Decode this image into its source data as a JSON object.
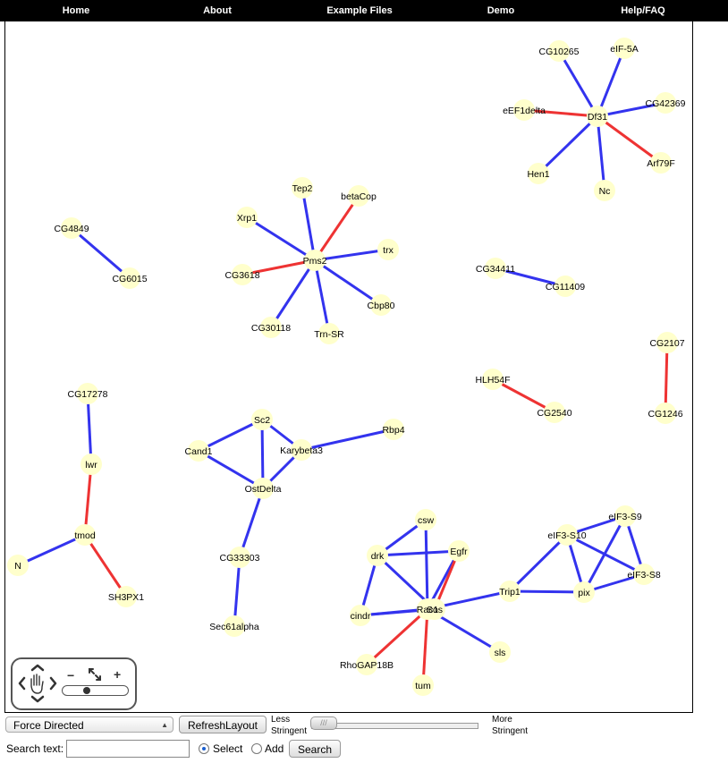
{
  "nav": {
    "items": [
      {
        "label": "Home"
      },
      {
        "label": "About"
      },
      {
        "label": "Example Files"
      },
      {
        "label": "Demo"
      },
      {
        "label": "Help/FAQ"
      }
    ]
  },
  "colors": {
    "edge_blue": "#3333ee",
    "edge_red": "#ee3333",
    "node_fill": "#ffffcc"
  },
  "graph": {
    "nodes": [
      {
        "id": "CG10265"
      },
      {
        "id": "eIF-5A"
      },
      {
        "id": "eEF1delta"
      },
      {
        "id": "Df31"
      },
      {
        "id": "CG42369"
      },
      {
        "id": "Arf79F"
      },
      {
        "id": "Hen1"
      },
      {
        "id": "Nc"
      },
      {
        "id": "Tep2"
      },
      {
        "id": "betaCop"
      },
      {
        "id": "Xrp1"
      },
      {
        "id": "Pms2"
      },
      {
        "id": "trx"
      },
      {
        "id": "CG3618"
      },
      {
        "id": "Cbp80"
      },
      {
        "id": "CG30118"
      },
      {
        "id": "Trn-SR"
      },
      {
        "id": "CG4849"
      },
      {
        "id": "CG6015"
      },
      {
        "id": "CG34411"
      },
      {
        "id": "CG11409"
      },
      {
        "id": "CG2107"
      },
      {
        "id": "CG1246"
      },
      {
        "id": "HLH54F"
      },
      {
        "id": "CG2540"
      },
      {
        "id": "CG17278"
      },
      {
        "id": "lwr"
      },
      {
        "id": "tmod"
      },
      {
        "id": "N"
      },
      {
        "id": "SH3PX1"
      },
      {
        "id": "Sc2"
      },
      {
        "id": "Cand1"
      },
      {
        "id": "Karybeta3"
      },
      {
        "id": "Rbp4"
      },
      {
        "id": "OstDelta"
      },
      {
        "id": "CG33303"
      },
      {
        "id": "Sec61alpha"
      },
      {
        "id": "csw"
      },
      {
        "id": "drk"
      },
      {
        "id": "Egfr"
      },
      {
        "id": "Rac1",
        "label": "Rac1"
      },
      {
        "id": "Sos",
        "label": "Sos"
      },
      {
        "id": "cindr"
      },
      {
        "id": "RhoGAP18B"
      },
      {
        "id": "tum"
      },
      {
        "id": "sls"
      },
      {
        "id": "Trip1"
      },
      {
        "id": "pix"
      },
      {
        "id": "eIF3-S10"
      },
      {
        "id": "eIF3-S9"
      },
      {
        "id": "eIF3-S8"
      }
    ],
    "edges": [
      {
        "source": "Df31",
        "target": "CG10265",
        "type": "blue"
      },
      {
        "source": "Df31",
        "target": "eIF-5A",
        "type": "blue"
      },
      {
        "source": "Df31",
        "target": "eEF1delta",
        "type": "red"
      },
      {
        "source": "Df31",
        "target": "CG42369",
        "type": "blue"
      },
      {
        "source": "Df31",
        "target": "Arf79F",
        "type": "red"
      },
      {
        "source": "Df31",
        "target": "Hen1",
        "type": "blue"
      },
      {
        "source": "Df31",
        "target": "Nc",
        "type": "blue"
      },
      {
        "source": "Pms2",
        "target": "Tep2",
        "type": "blue"
      },
      {
        "source": "Pms2",
        "target": "betaCop",
        "type": "red"
      },
      {
        "source": "Pms2",
        "target": "Xrp1",
        "type": "blue"
      },
      {
        "source": "Pms2",
        "target": "trx",
        "type": "blue"
      },
      {
        "source": "Pms2",
        "target": "CG3618",
        "type": "red"
      },
      {
        "source": "Pms2",
        "target": "Cbp80",
        "type": "blue"
      },
      {
        "source": "Pms2",
        "target": "CG30118",
        "type": "blue"
      },
      {
        "source": "Pms2",
        "target": "Trn-SR",
        "type": "blue"
      },
      {
        "source": "CG4849",
        "target": "CG6015",
        "type": "blue"
      },
      {
        "source": "CG34411",
        "target": "CG11409",
        "type": "blue"
      },
      {
        "source": "CG2107",
        "target": "CG1246",
        "type": "red"
      },
      {
        "source": "HLH54F",
        "target": "CG2540",
        "type": "red"
      },
      {
        "source": "CG17278",
        "target": "lwr",
        "type": "blue"
      },
      {
        "source": "lwr",
        "target": "tmod",
        "type": "red"
      },
      {
        "source": "tmod",
        "target": "N",
        "type": "blue"
      },
      {
        "source": "tmod",
        "target": "SH3PX1",
        "type": "red"
      },
      {
        "source": "Sc2",
        "target": "Cand1",
        "type": "blue"
      },
      {
        "source": "Sc2",
        "target": "Karybeta3",
        "type": "blue"
      },
      {
        "source": "Sc2",
        "target": "OstDelta",
        "type": "blue"
      },
      {
        "source": "Cand1",
        "target": "OstDelta",
        "type": "blue"
      },
      {
        "source": "Karybeta3",
        "target": "OstDelta",
        "type": "blue"
      },
      {
        "source": "Karybeta3",
        "target": "Rbp4",
        "type": "blue"
      },
      {
        "source": "OstDelta",
        "target": "CG33303",
        "type": "blue"
      },
      {
        "source": "CG33303",
        "target": "Sec61alpha",
        "type": "blue"
      },
      {
        "source": "csw",
        "target": "drk",
        "type": "blue"
      },
      {
        "source": "csw",
        "target": "Rac1",
        "type": "blue"
      },
      {
        "source": "drk",
        "target": "Egfr",
        "type": "blue"
      },
      {
        "source": "drk",
        "target": "cindr",
        "type": "blue"
      },
      {
        "source": "drk",
        "target": "Sos",
        "type": "blue"
      },
      {
        "source": "Egfr",
        "target": "Rac1",
        "type": "blue"
      },
      {
        "source": "Egfr",
        "target": "Sos",
        "type": "red"
      },
      {
        "source": "cindr",
        "target": "Rac1",
        "type": "blue"
      },
      {
        "source": "cindr",
        "target": "Sos",
        "type": "blue"
      },
      {
        "source": "Rac1",
        "target": "RhoGAP18B",
        "type": "red"
      },
      {
        "source": "Rac1",
        "target": "tum",
        "type": "red"
      },
      {
        "source": "Rac1",
        "target": "sls",
        "type": "blue"
      },
      {
        "source": "Rac1",
        "target": "Trip1",
        "type": "blue"
      },
      {
        "source": "Trip1",
        "target": "pix",
        "type": "blue"
      },
      {
        "source": "Trip1",
        "target": "eIF3-S10",
        "type": "blue"
      },
      {
        "source": "pix",
        "target": "eIF3-S10",
        "type": "blue"
      },
      {
        "source": "pix",
        "target": "eIF3-S9",
        "type": "blue"
      },
      {
        "source": "pix",
        "target": "eIF3-S8",
        "type": "blue"
      },
      {
        "source": "eIF3-S10",
        "target": "eIF3-S9",
        "type": "blue"
      },
      {
        "source": "eIF3-S10",
        "target": "eIF3-S8",
        "type": "blue"
      },
      {
        "source": "eIF3-S9",
        "target": "eIF3-S8",
        "type": "blue"
      }
    ]
  },
  "nav_widget": {
    "pan_icon": "pan-hand-icon",
    "zoom_out_label": "−",
    "fit_icon": "fit-arrows-icon",
    "zoom_in_label": "+",
    "zoom_level": 0.35
  },
  "controls": {
    "layout_selected": "Force Directed",
    "refresh_label": "RefreshLayout",
    "less_label_1": "Less",
    "less_label_2": "Stringent",
    "more_label_1": "More",
    "more_label_2": "Stringent",
    "search_label": "Search text:",
    "search_value": "",
    "radio_select_label": "Select",
    "radio_add_label": "Add",
    "radio_selected": "Select",
    "search_button_label": "Search"
  }
}
